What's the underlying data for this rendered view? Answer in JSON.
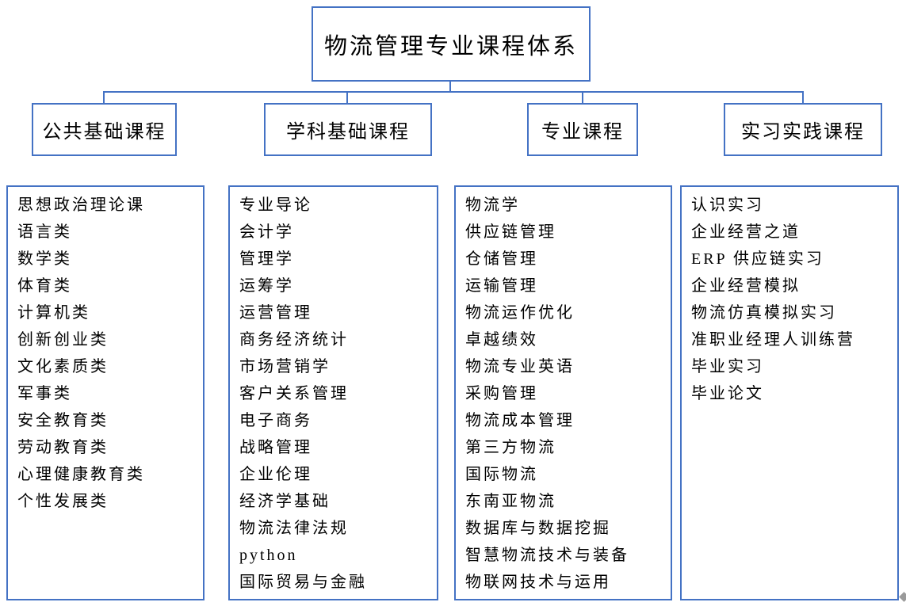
{
  "title": "物流管理专业课程体系",
  "columns": [
    {
      "header": "公共基础课程",
      "items": [
        "思想政治理论课",
        "语言类",
        "数学类",
        "体育类",
        "计算机类",
        "创新创业类",
        "文化素质类",
        "军事类",
        "安全教育类",
        "劳动教育类",
        "心理健康教育类",
        "个性发展类"
      ]
    },
    {
      "header": "学科基础课程",
      "items": [
        "专业导论",
        "会计学",
        "管理学",
        "运筹学",
        "运营管理",
        "商务经济统计",
        "市场营销学",
        "客户关系管理",
        "电子商务",
        "战略管理",
        "企业伦理",
        "经济学基础",
        "物流法律法规",
        "python",
        "国际贸易与金融"
      ]
    },
    {
      "header": "专业课程",
      "items": [
        "物流学",
        "供应链管理",
        "仓储管理",
        "运输管理",
        "物流运作优化",
        "卓越绩效",
        "物流专业英语",
        "采购管理",
        "物流成本管理",
        "第三方物流",
        "国际物流",
        "东南亚物流",
        "数据库与数据挖掘",
        "智慧物流技术与装备",
        "物联网技术与运用"
      ]
    },
    {
      "header": "实习实践课程",
      "items": [
        "认识实习",
        "企业经营之道",
        "ERP 供应链实习",
        "企业经营模拟",
        "物流仿真模拟实习",
        "准职业经理人训练营",
        "毕业实习",
        "毕业论文"
      ]
    }
  ],
  "icons": {
    "corner_mark": "anchor-diamond"
  },
  "colors": {
    "box_border": "#4472C4",
    "connector": "#4472C4",
    "text": "#000000",
    "background": "#FFFFFF",
    "corner_mark": "#9A9A9A"
  }
}
